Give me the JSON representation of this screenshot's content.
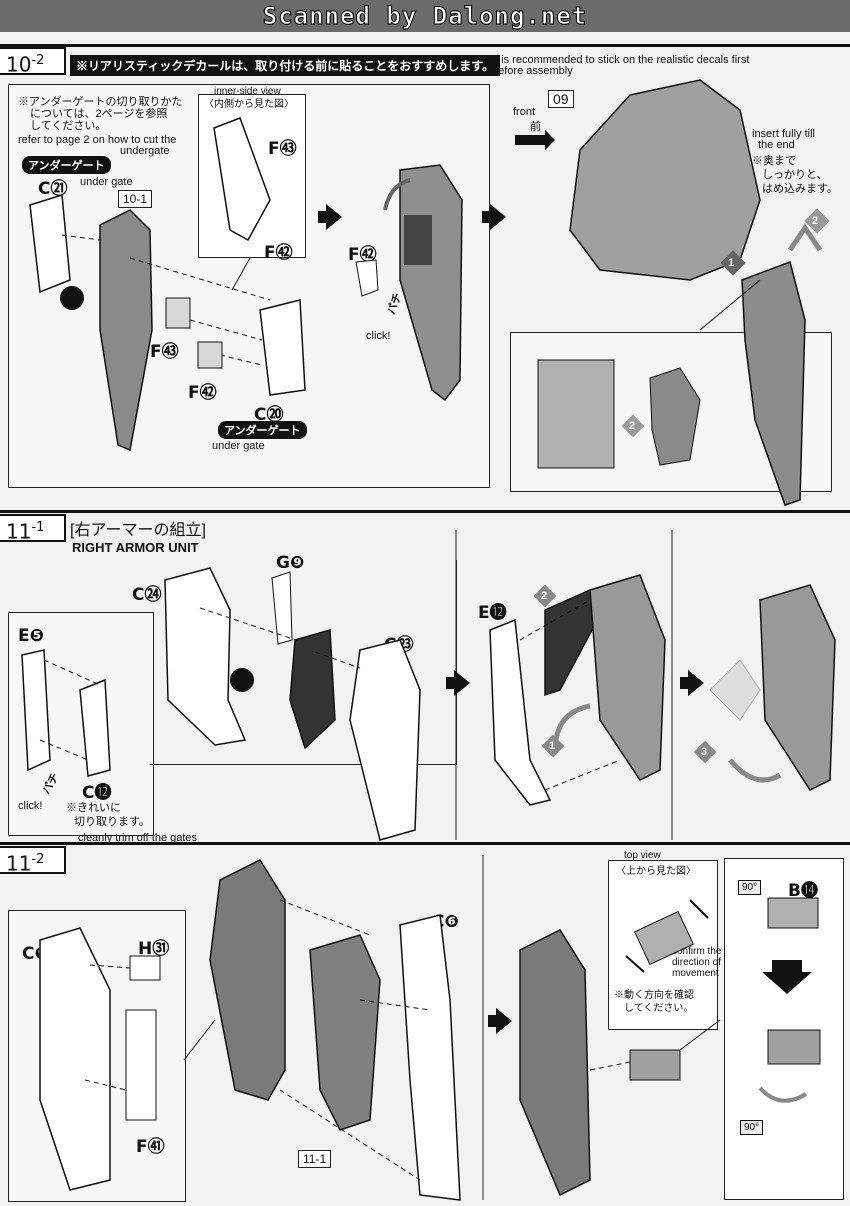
{
  "header": {
    "scan_credit": "Scanned by Dalong.net"
  },
  "step_10_2": {
    "step_label": "10",
    "step_sub": "-2",
    "decal_notice_jp": "※リアリスティックデカールは、取り付ける前に貼ることをおすすめします。",
    "decal_notice_en_line1": "It is recommended to stick on the realistic decals first",
    "decal_notice_en_line2": "before assembly",
    "undergate_note_jp_1": "※アンダーゲートの切り取りかた",
    "undergate_note_jp_2": "については、2ページを参照",
    "undergate_note_jp_3": "してください。",
    "undergate_note_en_1": "refer to page 2 on how to cut the",
    "undergate_note_en_2": "undergate",
    "under_gate_badge": "アンダーゲート",
    "under_gate_en": "under gate",
    "part_c21": "C㉑",
    "ref_10_1": "10-1",
    "inner_view_en": "inner-side view",
    "inner_view_jp": "〈内側から見た図〉",
    "part_f53_inset": "F㊸",
    "part_f52_inset": "F㊷",
    "part_f53": "F㊸",
    "part_f52": "F㊷",
    "part_c20": "C⑳",
    "under_gate_badge_2": "アンダーゲート",
    "under_gate_en_2": "under gate",
    "part_f42": "F㊷",
    "click_sfx": "パチ",
    "click_en": "click!",
    "front_en": "front",
    "front_jp": "前",
    "ref_09": "09",
    "insert_en_1": "insert fully till",
    "insert_en_2": "the end",
    "insert_jp_1": "※奥まで",
    "insert_jp_2": "しっかりと、",
    "insert_jp_3": "はめ込みます。",
    "step_num_1": "1",
    "step_num_2": "2",
    "inset_step_num": "2"
  },
  "step_11_1": {
    "step_label": "11",
    "step_sub": "-1",
    "title_jp": "[右アーマーの組立]",
    "title_en": "RIGHT ARMOR UNIT",
    "part_c24": "C㉔",
    "part_g9": "G❾",
    "part_c23": "C㉓",
    "part_e5": "E❺",
    "part_c12": "C⓬",
    "click_sfx": "パチ",
    "click_en": "click!",
    "trim_jp_1": "※きれいに",
    "trim_jp_2": "切り取ります。",
    "trim_en": "cleanly trim off the gates",
    "part_e12": "E⓬",
    "step_num_1": "1",
    "step_num_2": "2",
    "step_num_3": "3"
  },
  "step_11_2": {
    "step_label": "11",
    "step_sub": "-2",
    "part_c9": "C❾",
    "part_h31": "H㉛",
    "part_f51": "F㊶",
    "part_c6": "C❻",
    "ref_11_1": "11-1",
    "top_view_en": "top view",
    "top_view_jp": "〈上から見た図〉",
    "confirm_en_1": "confirm the",
    "confirm_en_2": "direction of",
    "confirm_en_3": "movement",
    "confirm_jp_1": "※動く方向を確認",
    "confirm_jp_2": "してください。",
    "part_b14": "B⓮",
    "rot_90_top": "90°",
    "rot_90_bottom": "90°"
  },
  "colors": {
    "ink": "#111111",
    "paper": "#f2f2f2",
    "part_gray": "#9a9a9a",
    "part_dark": "#3a3a3a",
    "header_gray": "#6b6b6b"
  }
}
